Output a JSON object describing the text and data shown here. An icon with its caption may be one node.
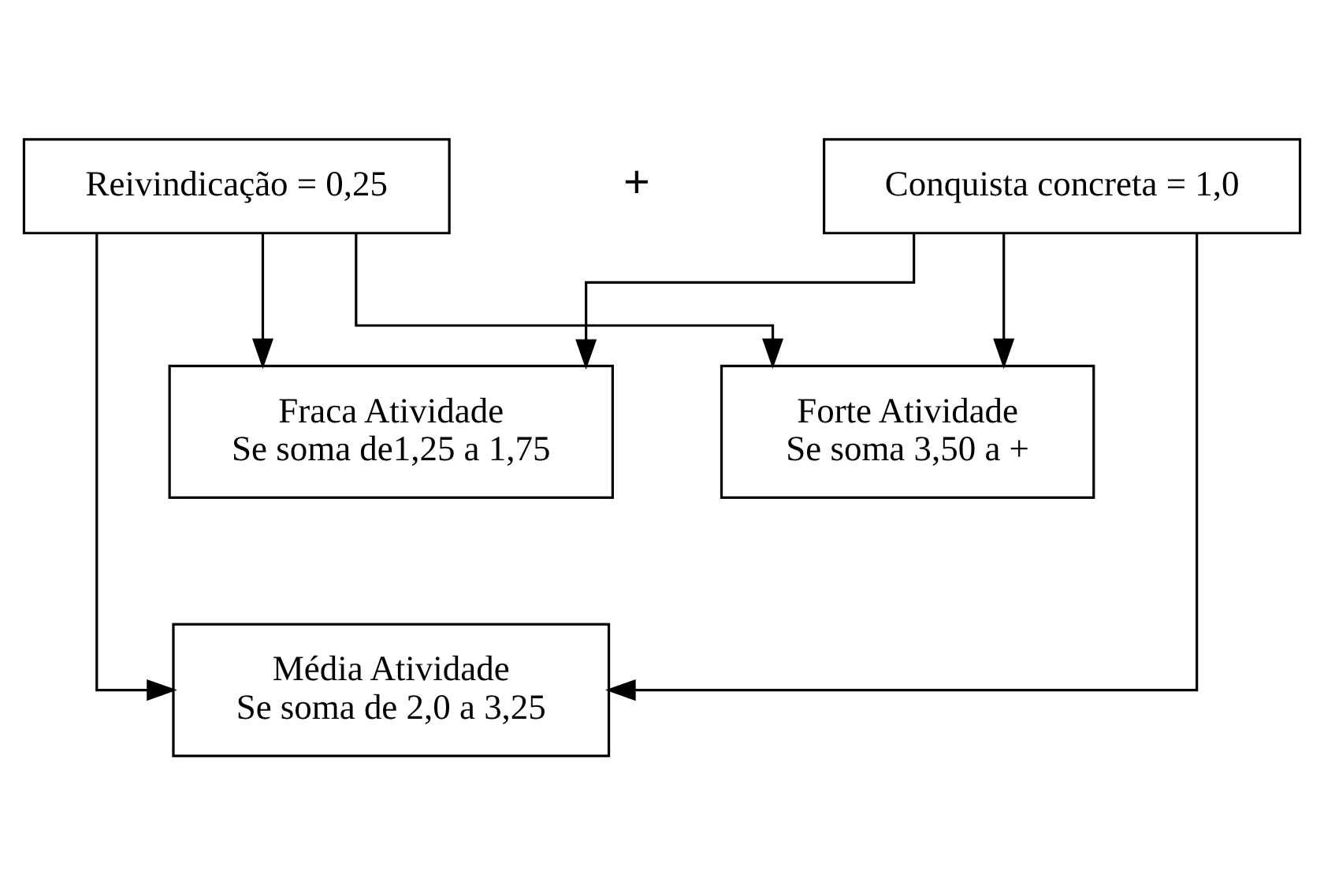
{
  "diagram": {
    "nodes": [
      {
        "text": [
          "Reivindicação = 0,25"
        ]
      },
      {
        "text": [
          "Conquista concreta = 1,0"
        ]
      },
      {
        "text": [
          "Fraca Atividade",
          "Se soma de1,25 a 1,75"
        ]
      },
      {
        "text": [
          "Forte Atividade",
          "Se soma 3,50 a +"
        ]
      },
      {
        "text": [
          "Média Atividade",
          "Se soma de 2,0 a 3,25"
        ]
      }
    ],
    "edges": [
      {
        "from": 0,
        "to": 2,
        "arrow": "to"
      },
      {
        "from": 0,
        "to": 4,
        "arrow": "to"
      },
      {
        "from": 0,
        "to": 3,
        "arrow": "to"
      },
      {
        "from": 1,
        "to": 2,
        "arrow": "to"
      },
      {
        "from": 1,
        "to": 4,
        "arrow": "to"
      },
      {
        "from": 1,
        "to": 3,
        "arrow": "to"
      }
    ],
    "labels": [
      "+"
    ]
  }
}
